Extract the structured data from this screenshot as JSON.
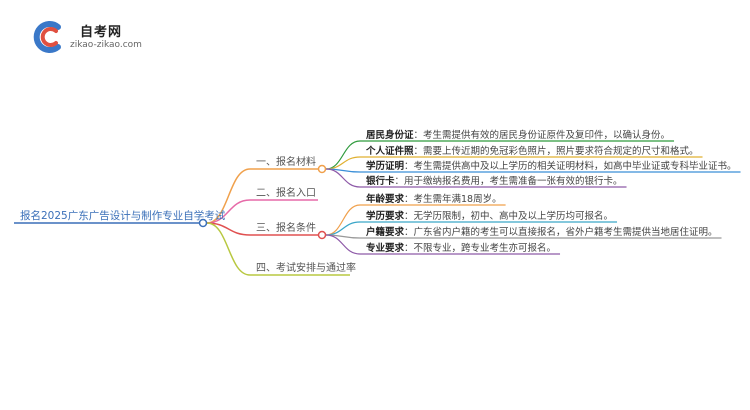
{
  "brand": {
    "name": "自考网",
    "domain": "zikao-zikao.com"
  },
  "root": "报名2025广东广告设计与制作专业自学考试",
  "branches": [
    {
      "label": "一、报名材料",
      "color": "#f0a04b",
      "items": [
        {
          "bold": "居民身份证",
          "text": "：考生需提供有效的居民身份证原件及复印件，以确认身份。",
          "color": "#2e9a3c"
        },
        {
          "bold": "个人证件照",
          "text": "：需要上传近期的免冠彩色照片，照片要求符合规定的尺寸和格式。",
          "color": "#e0b030"
        },
        {
          "bold": "学历证明",
          "text": "：考生需提供高中及以上学历的相关证明材料，如高中毕业证或专科毕业证书。",
          "color": "#3a8fd8"
        },
        {
          "bold": "银行卡",
          "text": "：用于缴纳报名费用，考生需准备一张有效的银行卡。",
          "color": "#8e5aa8"
        }
      ]
    },
    {
      "label": "二、报名入口",
      "color": "#e66aa8",
      "items": []
    },
    {
      "label": "三、报名条件",
      "color": "#e05050",
      "items": [
        {
          "bold": "年龄要求",
          "text": "：考生需年满18周岁。",
          "color": "#f0a04b"
        },
        {
          "bold": "学历要求",
          "text": "：无学历限制，初中、高中及以上学历均可报名。",
          "color": "#3aa6c8"
        },
        {
          "bold": "户籍要求",
          "text": "：广东省内户籍的考生可以直接报名，省外户籍考生需提供当地居住证明。",
          "color": "#999999"
        },
        {
          "bold": "专业要求",
          "text": "：不限专业，跨专业考生亦可报名。",
          "color": "#8e5aa8"
        }
      ]
    },
    {
      "label": "四、考试安排与通过率",
      "color": "#b8c840",
      "items": []
    }
  ]
}
